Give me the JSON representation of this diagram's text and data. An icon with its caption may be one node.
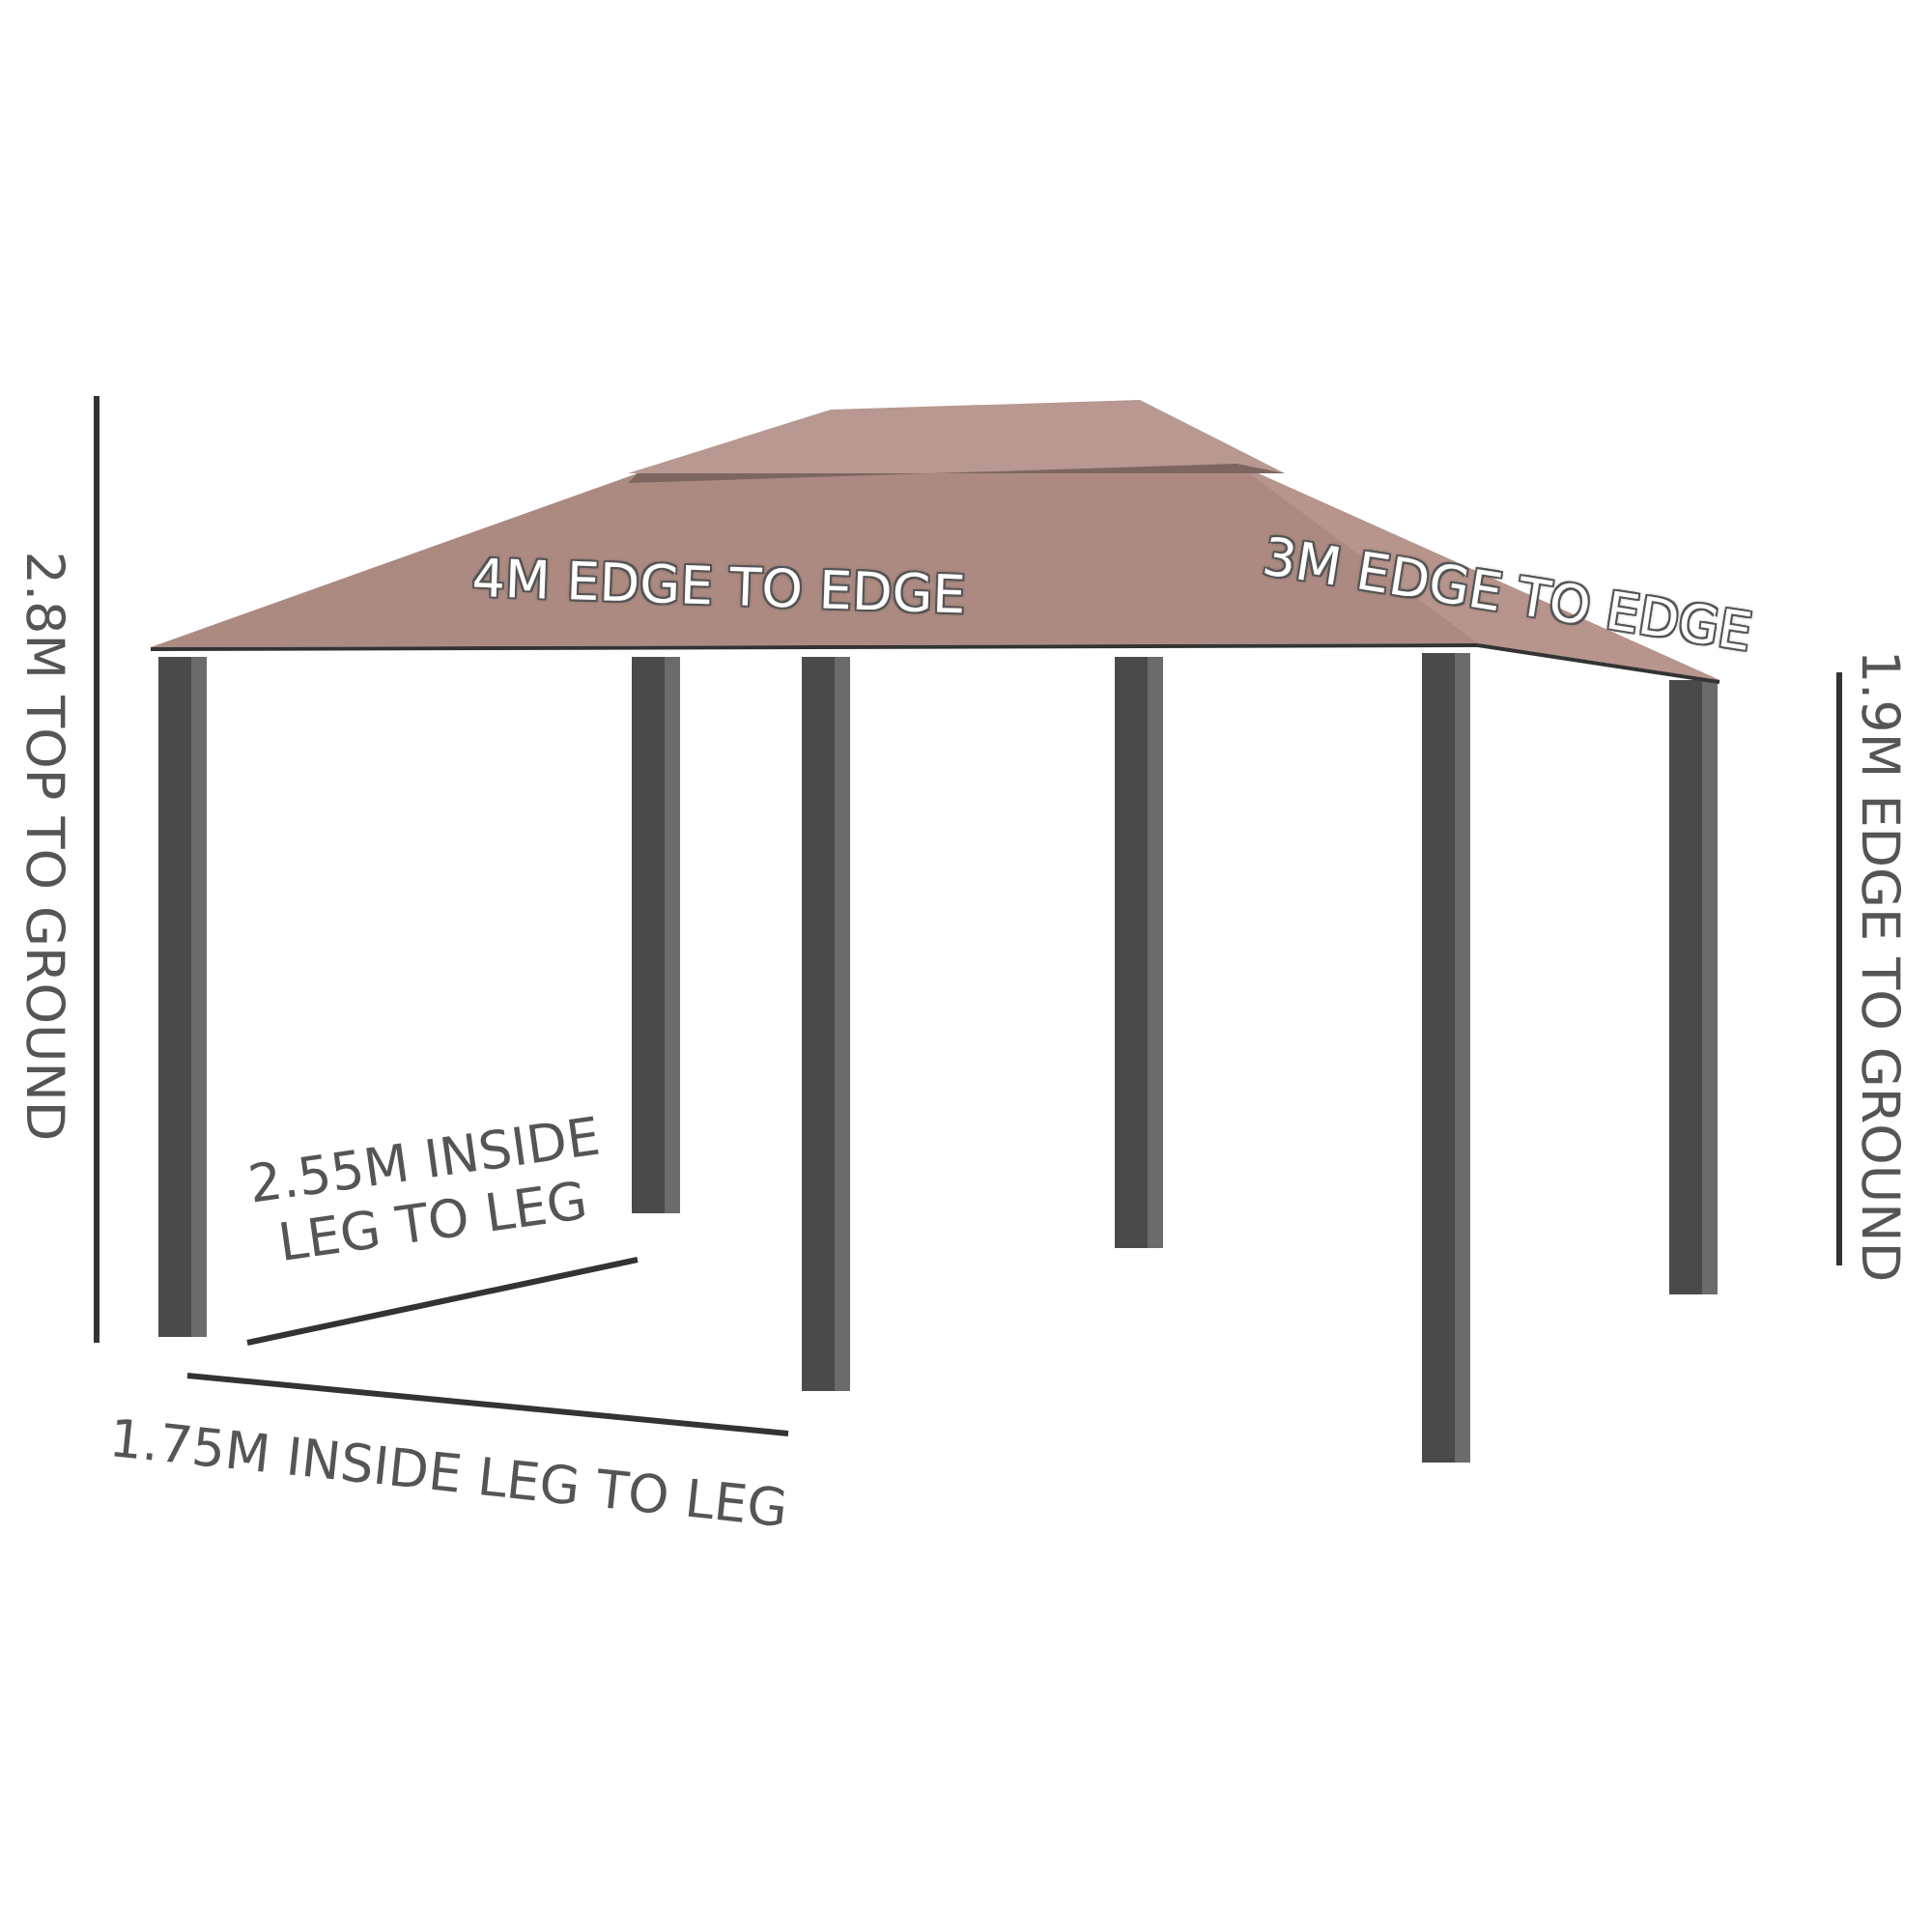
{
  "diagram": {
    "labels": [
      "4M EDGE TO EDGE",
      "3M EDGE TO EDGE",
      "2.8M TOP TO GROUND",
      "1.9M EDGE TO GROUND",
      "2.55M INSIDE LEG TO LEG",
      "1.75M INSIDE LEG TO LEG"
    ]
  }
}
